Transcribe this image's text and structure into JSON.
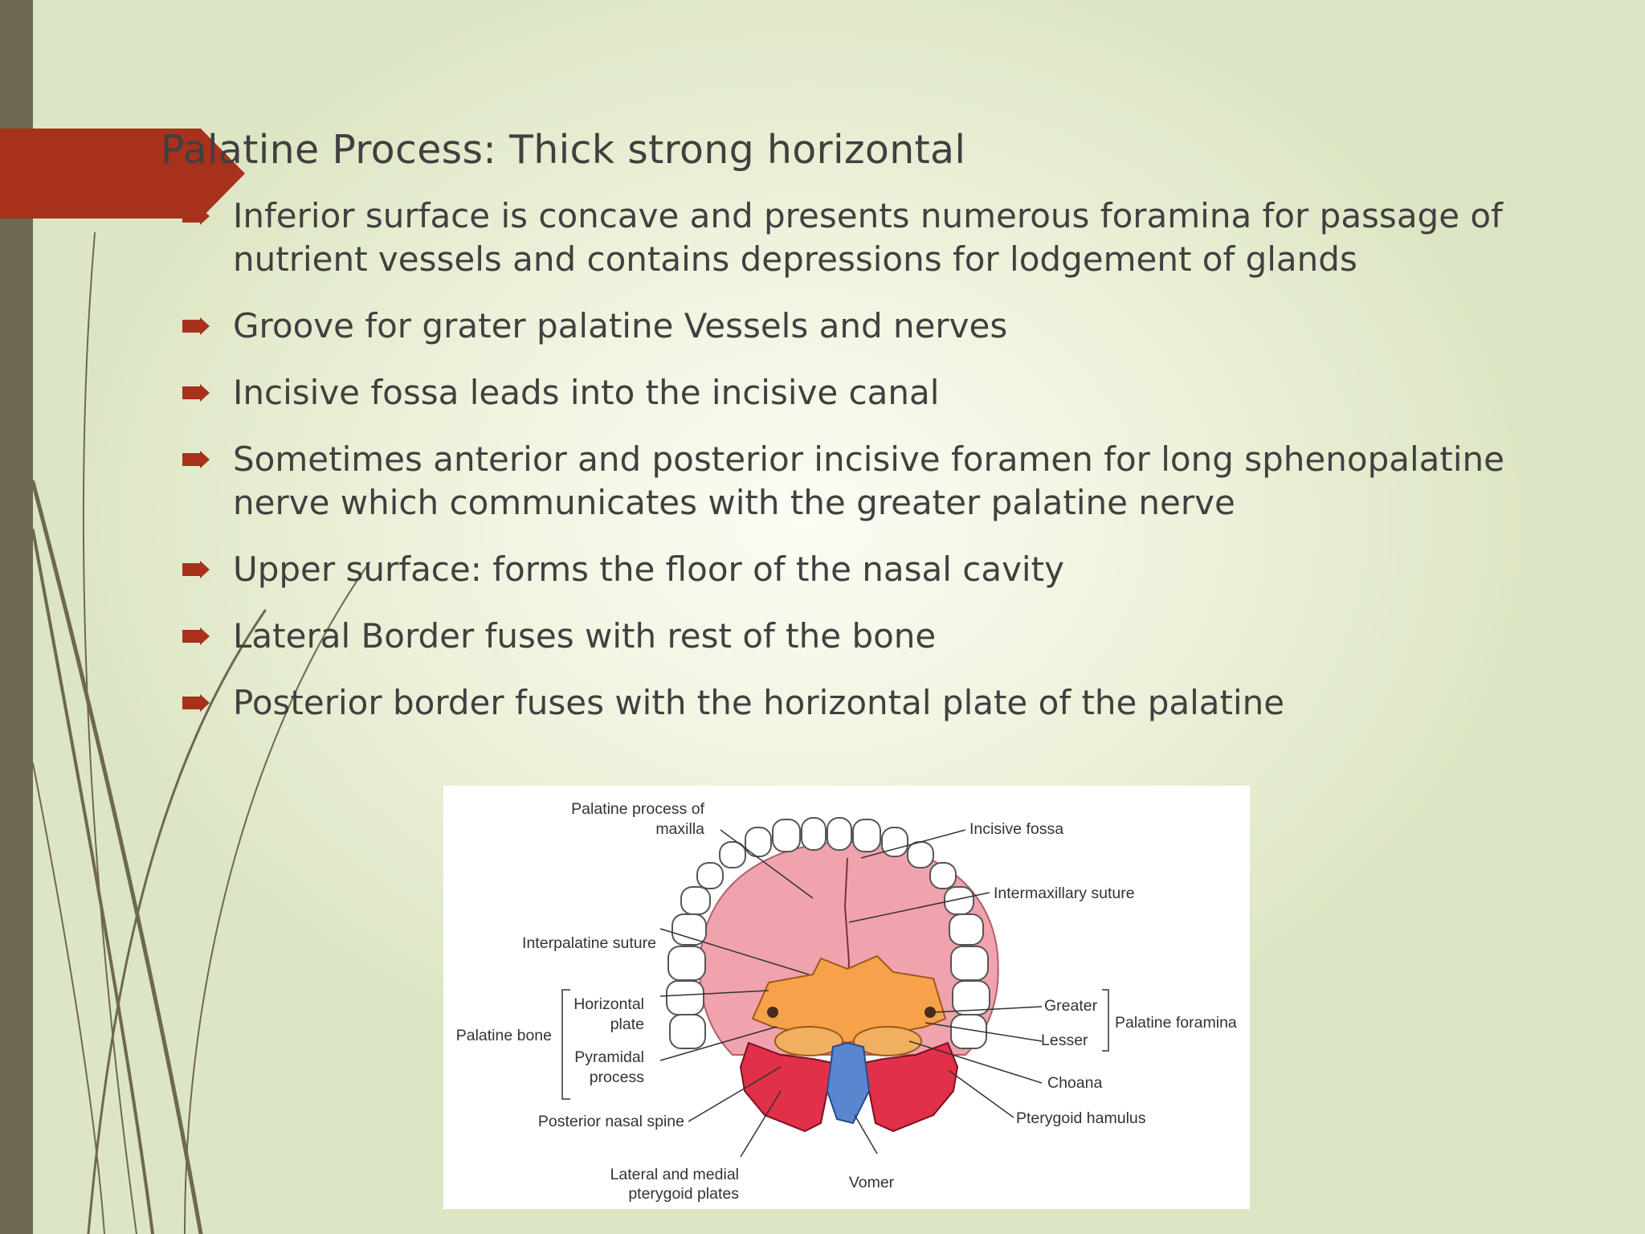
{
  "slide": {
    "title": "Palatine Process: Thick strong horizontal",
    "bullets": [
      "Inferior surface is concave and presents numerous foramina for passage of nutrient vessels and contains depressions for lodgement of glands",
      "Groove for grater palatine Vessels and nerves",
      "Incisive fossa leads into the incisive canal",
      "Sometimes anterior and posterior incisive foramen for long sphenopalatine nerve which  communicates with the greater palatine nerve",
      "Upper surface: forms the floor of the nasal cavity",
      "Lateral Border fuses with rest of the bone",
      "Posterior border fuses with the horizontal plate of the palatine"
    ],
    "colors": {
      "accent_red": "#a8311c",
      "sidebar": "#6e6850",
      "text": "#404040"
    }
  },
  "figure": {
    "labels": {
      "palatine_process_1": "Palatine process of",
      "palatine_process_2": "maxilla",
      "incisive_fossa": "Incisive fossa",
      "intermaxillary_suture": "Intermaxillary suture",
      "interpalatine_suture": "Interpalatine suture",
      "horizontal_1": "Horizontal",
      "horizontal_2": "plate",
      "palatine_bone": "Palatine bone",
      "pyramidal_1": "Pyramidal",
      "pyramidal_2": "process",
      "greater": "Greater",
      "lesser": "Lesser",
      "palatine_foramina": "Palatine foramina",
      "choana": "Choana",
      "posterior_nasal_spine": "Posterior nasal spine",
      "pterygoid_hamulus": "Pterygoid hamulus",
      "lateral_medial_1": "Lateral and medial",
      "lateral_medial_2": "pterygoid plates",
      "vomer": "Vomer"
    }
  }
}
